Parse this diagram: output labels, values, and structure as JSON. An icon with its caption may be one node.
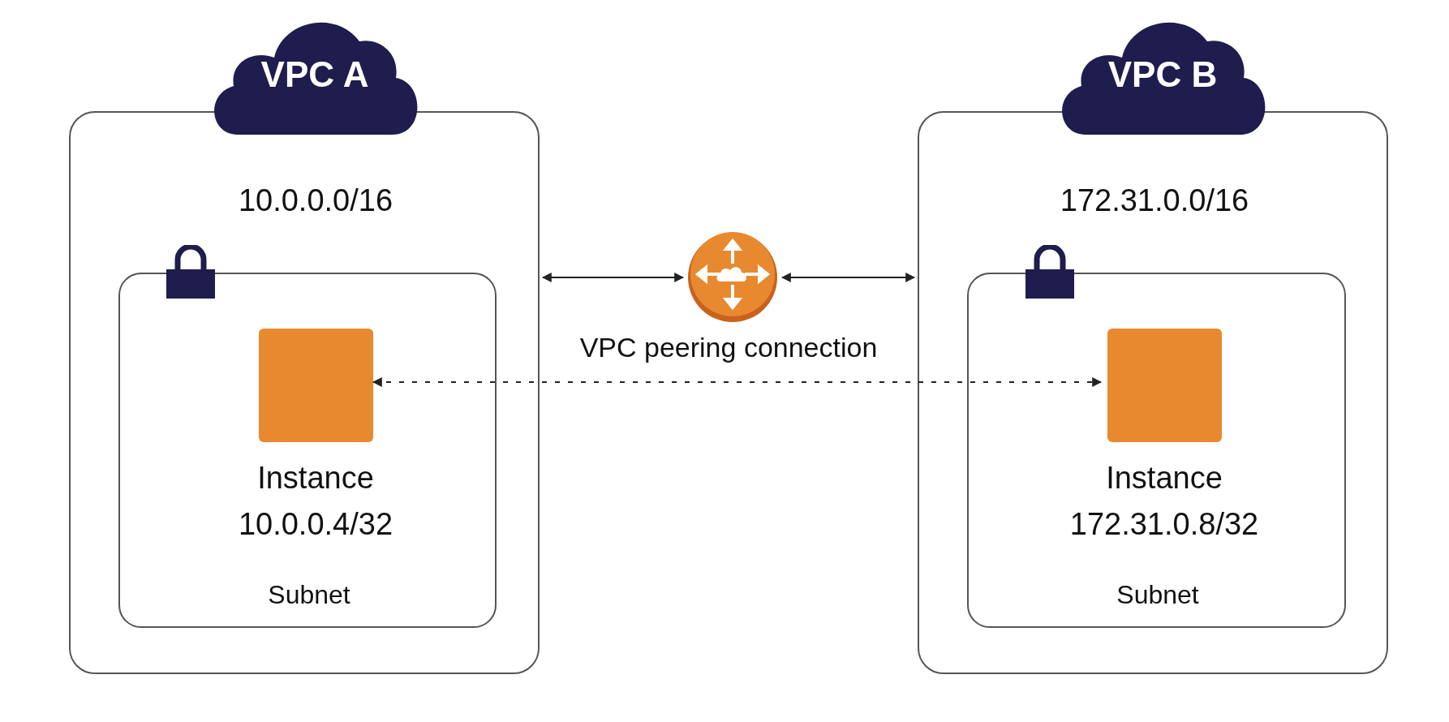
{
  "diagram": {
    "nodes": [
      {
        "text": [
          "VPC A"
        ]
      },
      {
        "text": [
          "10.0.0.0/16"
        ]
      },
      {
        "text": [
          "Subnet"
        ],
        "in": 1
      },
      {
        "text": [],
        "shape": "box",
        "in": 2,
        "beside": [
          "Instance",
          "10.0.0.4/32"
        ]
      },
      {
        "text": [],
        "shape": "circle",
        "beside": [
          "VPC peering connection"
        ]
      },
      {
        "text": [
          "VPC B"
        ]
      },
      {
        "text": [
          "172.31.0.0/16"
        ]
      },
      {
        "text": [
          "Subnet"
        ],
        "in": 6
      },
      {
        "text": [],
        "shape": "box",
        "in": 7,
        "beside": [
          "Instance",
          "172.31.0.8/32"
        ]
      }
    ],
    "edges": [
      {
        "from": 1,
        "to": 4,
        "arrow": "both"
      },
      {
        "from": 4,
        "to": 6,
        "arrow": "both"
      },
      {
        "from": 3,
        "to": 8,
        "arrow": "both",
        "style": "dashed"
      }
    ]
  }
}
